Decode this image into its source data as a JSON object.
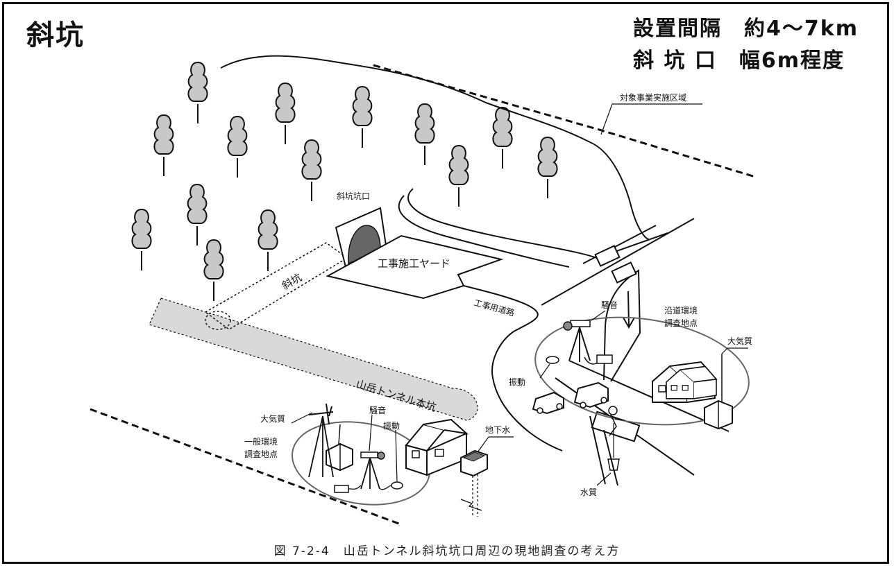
{
  "title": "斜坑",
  "spec": {
    "line1": "設置間隔　約4～7km",
    "line2": "斜 坑 口　幅6m程度"
  },
  "labels": {
    "project_area": "対象事業実施区域",
    "shaft_portal": "斜坑坑口",
    "work_yard": "工事施工ヤード",
    "shaft": "斜坑",
    "construction_road": "工事用道路",
    "main_tunnel": "山岳トンネル本坑",
    "roadside_noise": "騒音",
    "roadside_survey_1": "沿道環境",
    "roadside_survey_2": "調査地点",
    "roadside_air": "大気質",
    "roadside_vibration": "振動",
    "water_quality": "水質",
    "general_air": "大気質",
    "general_survey_1": "一般環境",
    "general_survey_2": "調査地点",
    "general_noise": "騒音",
    "general_vibration": "振動",
    "groundwater": "地下水"
  },
  "caption": "図 7-2-4　山岳トンネル斜坑坑口周辺の現地調査の考え方"
}
